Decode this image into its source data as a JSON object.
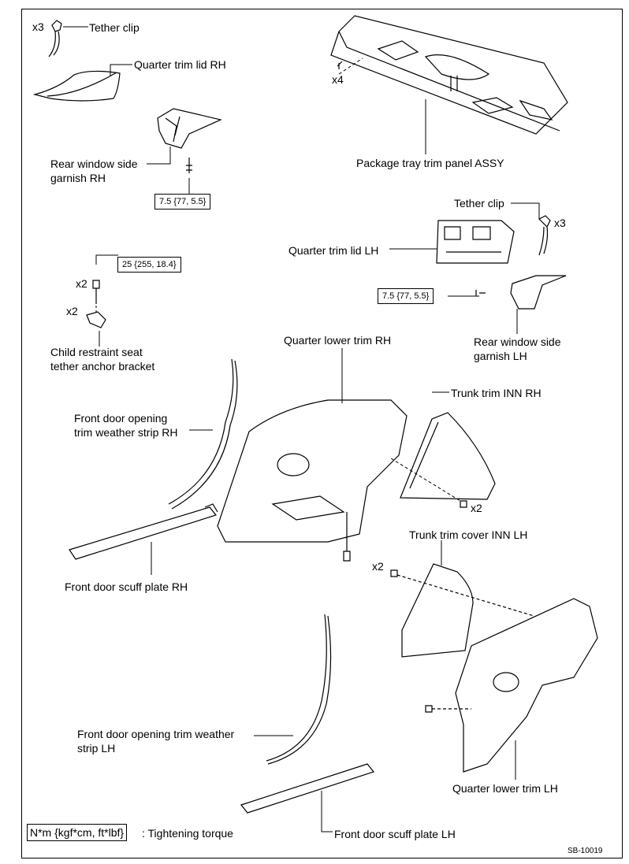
{
  "labels": {
    "tether_clip_rh": "Tether clip",
    "quarter_trim_lid_rh": "Quarter trim lid RH",
    "rear_window_side_garnish_rh": "Rear window side\ngarnish RH",
    "package_tray_trim_panel": "Package tray trim panel ASSY",
    "tether_clip_lh": "Tether clip",
    "quarter_trim_lid_lh": "Quarter trim lid LH",
    "rear_window_side_garnish_lh": "Rear window side\ngarnish LH",
    "child_restraint_bracket": "Child restraint seat\ntether anchor bracket",
    "quarter_lower_trim_rh": "Quarter lower trim RH",
    "trunk_trim_inn_rh": "Trunk trim INN RH",
    "front_door_opening_ws_rh": "Front door opening\ntrim weather strip RH",
    "front_door_scuff_plate_rh": "Front door scuff plate RH",
    "trunk_trim_cover_inn_lh": "Trunk trim cover INN LH",
    "front_door_opening_ws_lh": "Front door opening trim weather\nstrip LH",
    "quarter_lower_trim_lh": "Quarter lower trim LH",
    "front_door_scuff_plate_lh": "Front door scuff plate LH"
  },
  "quantities": {
    "tether_clip_rh": "x3",
    "package_tray_bolt": "x4",
    "tether_clip_lh": "x3",
    "child_bracket_bolt": "x2",
    "child_bracket": "x2",
    "trunk_trim_rh_clip": "x2",
    "trunk_trim_lh_clip": "x2"
  },
  "torques": {
    "garnish_rh": "7.5 {77, 5.5}",
    "child_bracket": "25 {255, 18.4}",
    "garnish_lh": "7.5 {77, 5.5}"
  },
  "legend": {
    "key": "N*m {kgf*cm, ft*lbf}",
    "text": ": Tightening torque"
  },
  "figure_code": "SB-10019"
}
